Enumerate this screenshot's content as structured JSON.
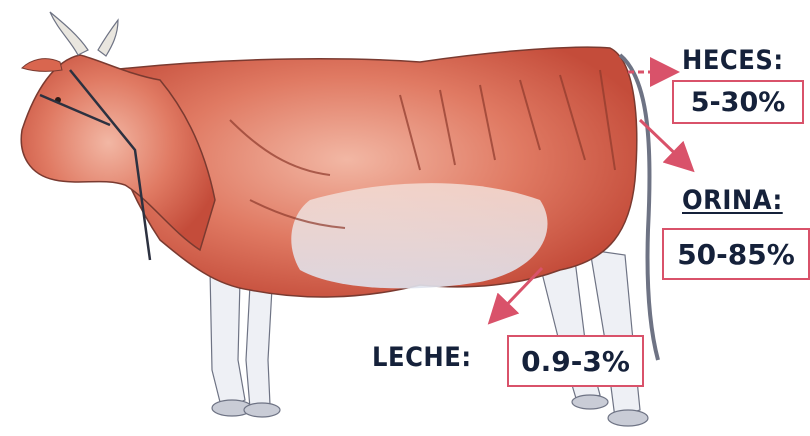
{
  "heces": {
    "label": "HECES:",
    "value": "5-30%"
  },
  "orina": {
    "label": "ORINA:",
    "value": "50-85%"
  },
  "leche": {
    "label": "LECHE:",
    "value": "0.9-3%"
  },
  "colors": {
    "accent": "#d9526a",
    "text": "#15213a",
    "muscle": "#d9664f"
  }
}
